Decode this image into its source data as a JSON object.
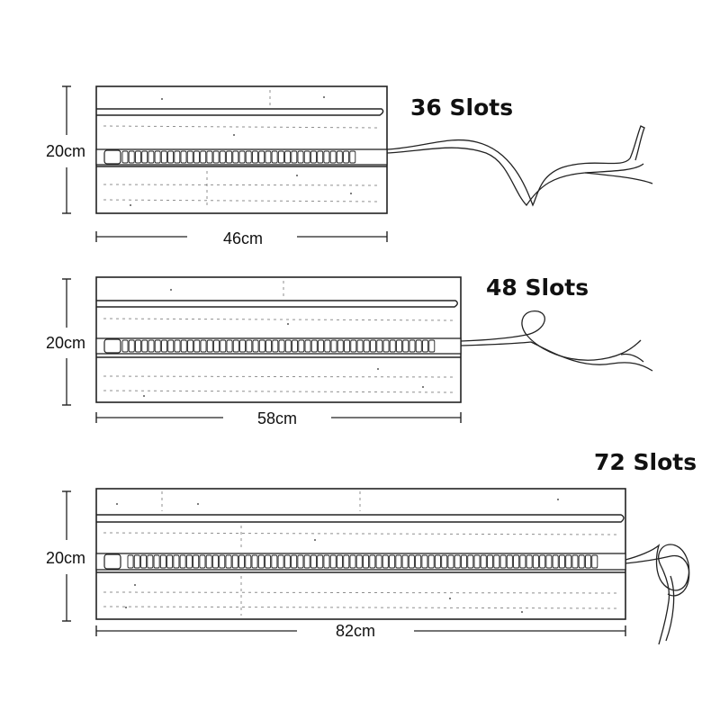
{
  "products": [
    {
      "slots_label": "36 Slots",
      "height_label": "20cm",
      "width_label": "46cm",
      "slot_count": 36,
      "width_cm": 46,
      "height_cm": 20
    },
    {
      "slots_label": "48 Slots",
      "height_label": "20cm",
      "width_label": "58cm",
      "slot_count": 48,
      "width_cm": 58,
      "height_cm": 20
    },
    {
      "slots_label": "72 Slots",
      "height_label": "20cm",
      "width_label": "82cm",
      "slot_count": 72,
      "width_cm": 82,
      "height_cm": 20
    }
  ],
  "style": {
    "line_color": "#222222",
    "background": "#ffffff"
  }
}
